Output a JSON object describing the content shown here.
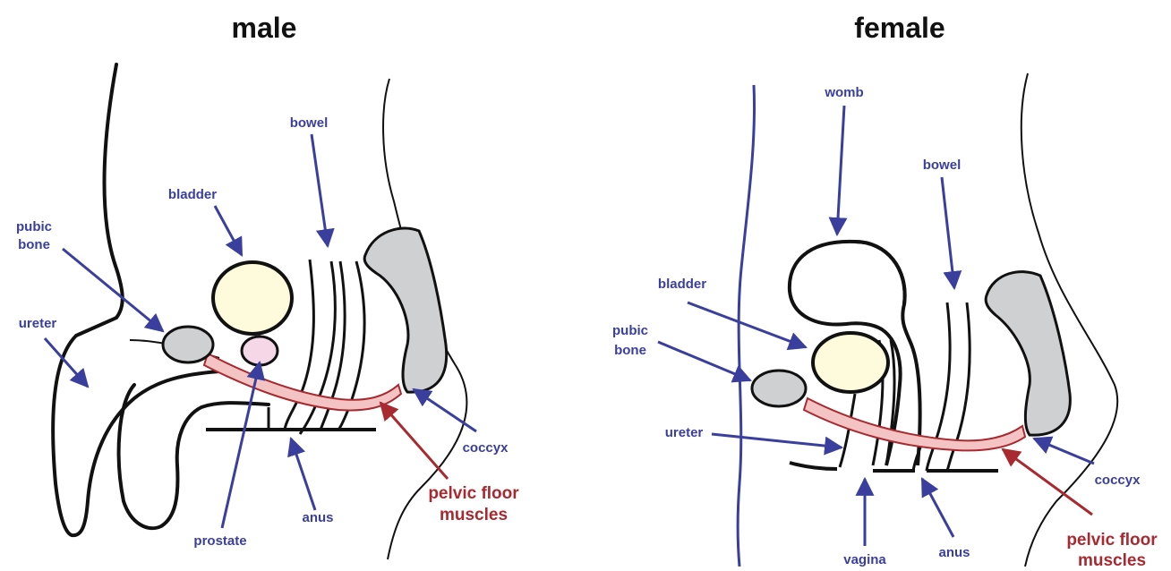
{
  "colors": {
    "label_blue": "#3a3f9e",
    "arrow_blue": "#3a3f9e",
    "muscle_red": "#a82a30",
    "muscle_fill": "#f4c4c4",
    "bone_fill": "#cfd0d2",
    "bladder_fill": "#fdfbdc",
    "prostate_fill": "#f6d7e8",
    "body_line": "#111111"
  },
  "male": {
    "title": "male",
    "labels": {
      "bowel": "bowel",
      "bladder": "bladder",
      "pubic_1": "pubic",
      "pubic_2": "bone",
      "ureter": "ureter",
      "prostate": "prostate",
      "anus": "anus",
      "coccyx": "coccyx",
      "pelvic_1": "pelvic floor",
      "pelvic_2": "muscles"
    }
  },
  "female": {
    "title": "female",
    "labels": {
      "womb": "womb",
      "bowel": "bowel",
      "bladder": "bladder",
      "pubic_1": "pubic",
      "pubic_2": "bone",
      "ureter": "ureter",
      "vagina": "vagina",
      "anus": "anus",
      "coccyx": "coccyx",
      "pelvic_1": "pelvic floor",
      "pelvic_2": "muscles"
    }
  }
}
